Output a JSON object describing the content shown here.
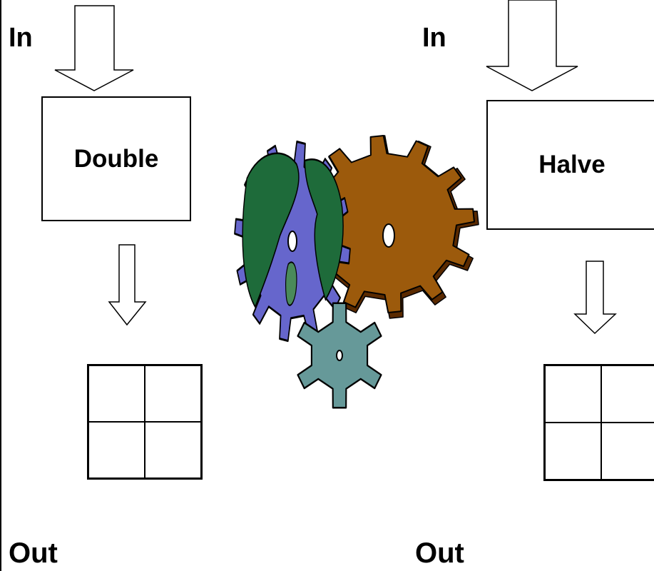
{
  "left_machine": {
    "in_label": "In",
    "function_label": "Double",
    "out_label": "Out"
  },
  "right_machine": {
    "in_label": "In",
    "function_label": "Halve",
    "out_label": "Out"
  },
  "illustration": {
    "icon": "gears-icon",
    "gear_colors": {
      "globe_gear_ocean": "#6666CC",
      "globe_gear_land": "#1E6B3A",
      "brown_gear": "#9C5A0C",
      "teal_gear": "#669999"
    }
  }
}
